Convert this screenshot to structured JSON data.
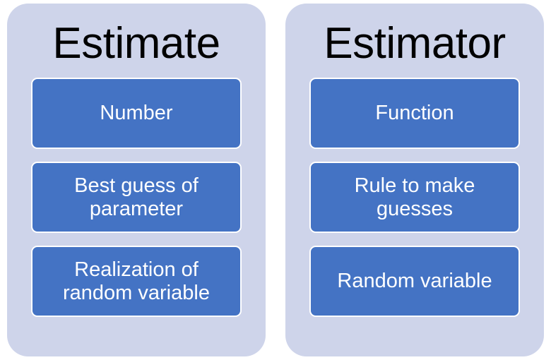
{
  "diagram": {
    "type": "two-column-comparison",
    "colors": {
      "page_background": "#ffffff",
      "card_background": "#ced4ea",
      "box_fill": "#4473c4",
      "box_border": "#ffffff",
      "title_text": "#000000",
      "box_text": "#ffffff"
    },
    "columns": [
      {
        "title": "Estimate",
        "attributes": [
          {
            "label": "Number"
          },
          {
            "label": "Best guess of\nparameter"
          },
          {
            "label": "Realization of\nrandom variable"
          }
        ]
      },
      {
        "title": "Estimator",
        "attributes": [
          {
            "label": "Function"
          },
          {
            "label": "Rule to make\nguesses"
          },
          {
            "label": "Random variable"
          }
        ]
      }
    ]
  }
}
